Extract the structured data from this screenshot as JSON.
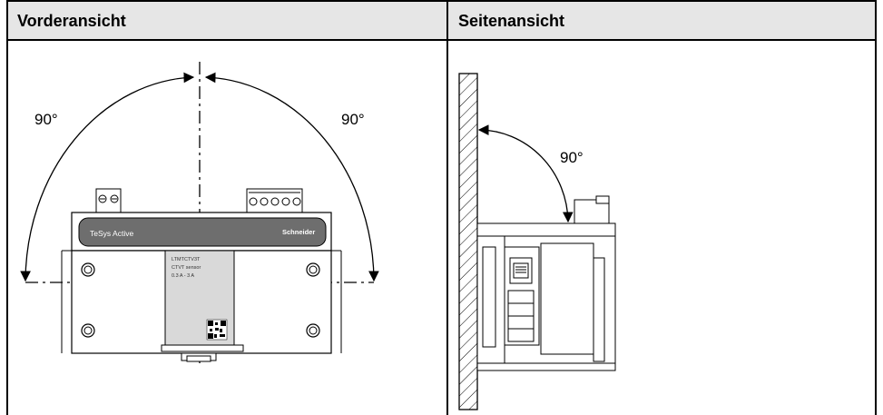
{
  "table": {
    "header_left": "Vorderansicht",
    "header_right": "Seitenansicht"
  },
  "front_view": {
    "angle_left": "90°",
    "angle_right": "90°",
    "brand_label": "TeSys Active",
    "logo_text": "Schneider",
    "module_text_1": "LTMTCTV3T",
    "module_text_2": "CTVT sensor",
    "module_text_3": "0.3 A - 3 A"
  },
  "side_view": {
    "angle": "90°"
  },
  "colors": {
    "header_bg": "#e6e6e6",
    "panel_dark": "#6e6e6e",
    "module_gray": "#d9d9d9"
  }
}
